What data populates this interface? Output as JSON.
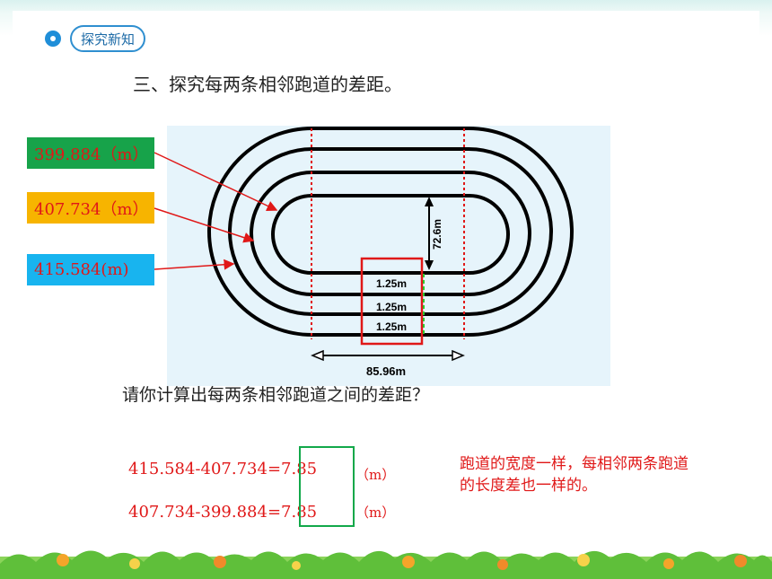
{
  "section_badge": "探究新知",
  "heading": "三、探究每两条相邻跑道的差距。",
  "lane_lengths": [
    "399.884（m）",
    "407.734（m）",
    "415.584(m)"
  ],
  "lane_box_colors": [
    "#17a34a",
    "#f7b400",
    "#18b4ef"
  ],
  "track": {
    "height_label": "72.6m",
    "width_label": "85.96m",
    "lane_widths": [
      "1.25m",
      "1.25m",
      "1.25m"
    ]
  },
  "question": "请你计算出每两条相邻跑道之间的差距？",
  "equations": [
    {
      "expr": "415.584-407.734=7.85",
      "unit": "（m）"
    },
    {
      "expr": "407.734-399.884=7.85",
      "unit": "（m）"
    }
  ],
  "note": "跑道的宽度一样，每相邻两条跑道的长度差也一样的。"
}
